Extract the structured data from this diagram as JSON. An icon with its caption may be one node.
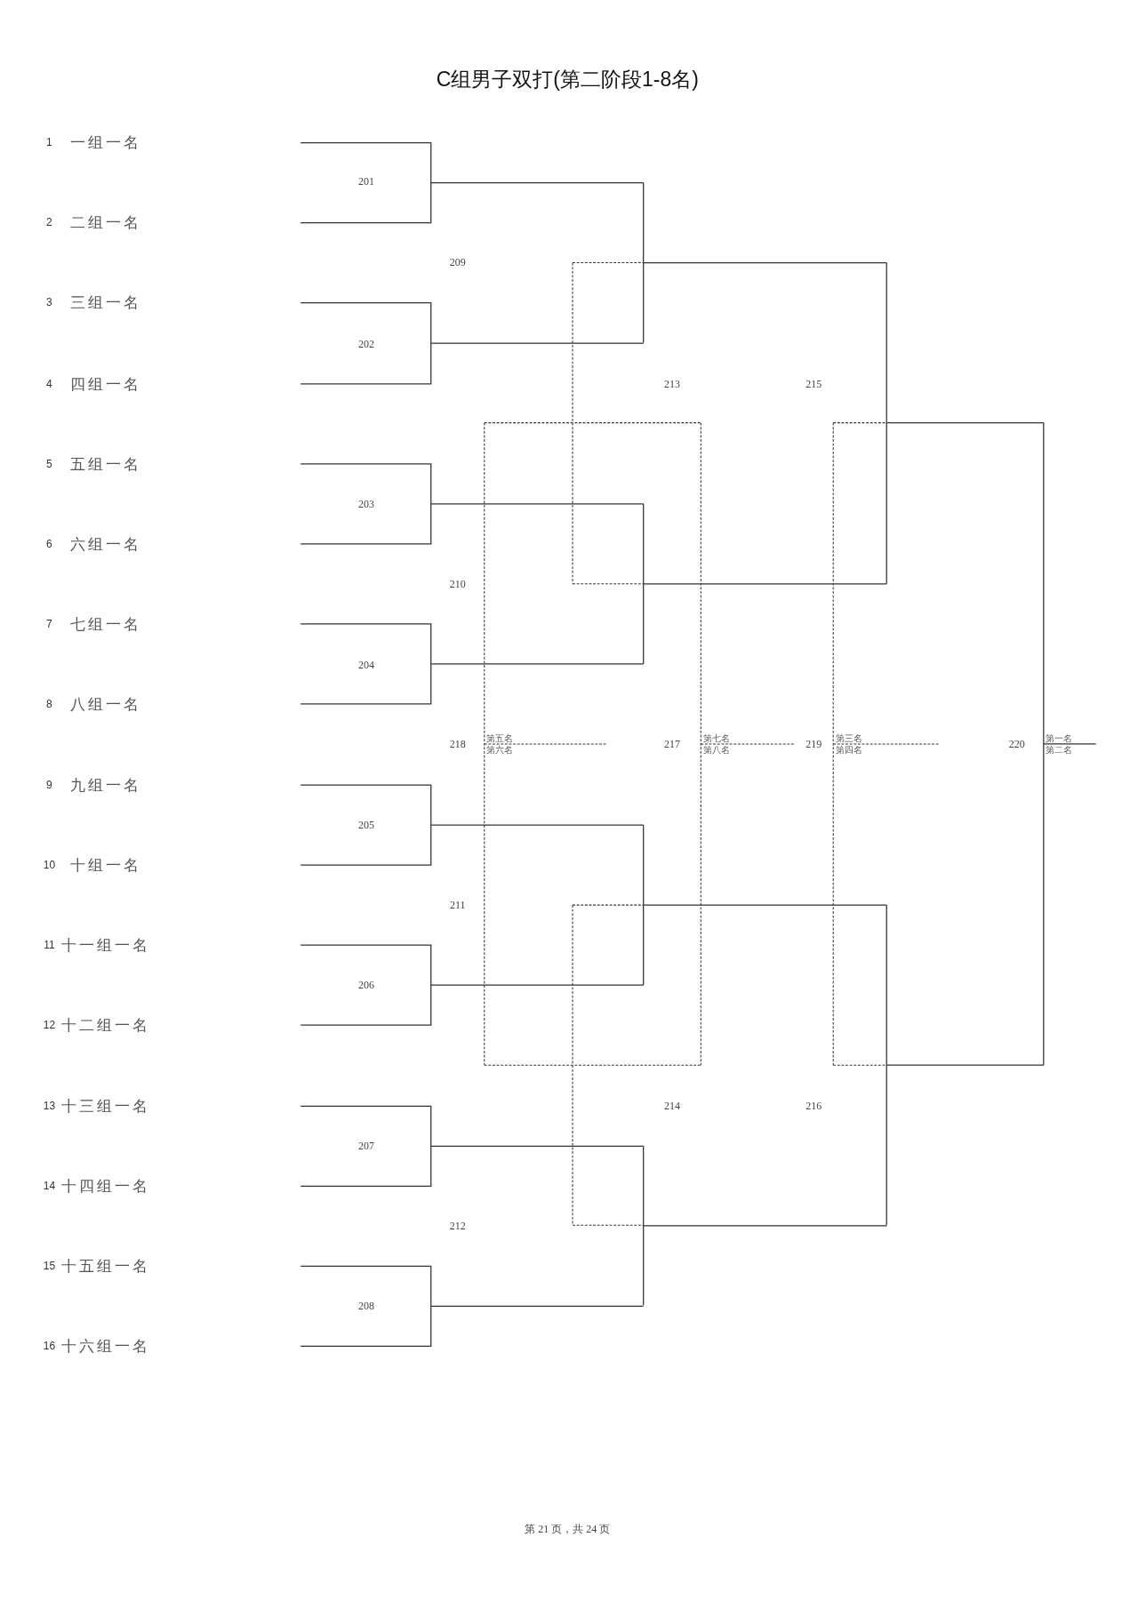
{
  "diagram": {
    "title": "C组男子双打(第二阶段1-8名)",
    "labels": [
      "1",
      "一组一名",
      "201",
      "2",
      "二组一名",
      "209",
      "3",
      "三组一名",
      "202",
      "4",
      "四组一名",
      "213",
      "215",
      "5",
      "五组一名",
      "203",
      "6",
      "六组一名",
      "210",
      "7",
      "七组一名",
      "204",
      "8",
      "八组一名",
      "218",
      "第五名",
      "第六名",
      "217",
      "第七名",
      "第八名",
      "219",
      "第三名",
      "第四名",
      "220",
      "第一名",
      "第二名",
      "9",
      "九组一名",
      "205",
      "10",
      "十组一名",
      "211",
      "11",
      "十一组一名",
      "206",
      "12",
      "十二组一名",
      "13",
      "十三组一名",
      "214",
      "216",
      "207",
      "14",
      "十四组一名",
      "212",
      "15",
      "十五组一名",
      "208",
      "16",
      "十六组一名",
      "第 21 页，共 24 页"
    ]
  }
}
